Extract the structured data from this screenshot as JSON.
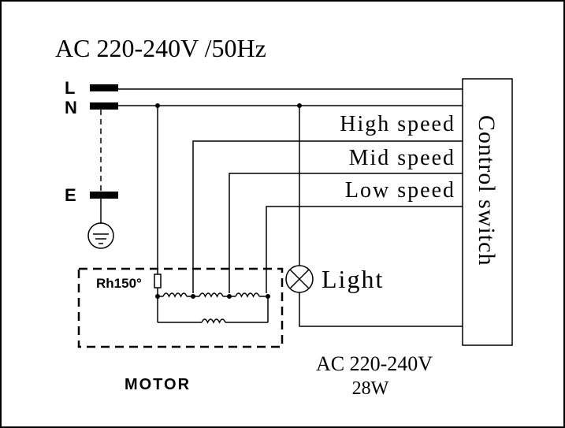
{
  "supply_label": "AC 220-240V /50Hz",
  "terminals": {
    "live": "L",
    "neutral": "N",
    "earth": "E"
  },
  "speeds": {
    "high": "High speed",
    "mid": "Mid speed",
    "low": "Low speed"
  },
  "control_switch_label": "Control switch",
  "thermal_fuse_label": "Rh150°",
  "light_label": "Light",
  "light_rating": {
    "voltage": "AC 220-240V",
    "power": "28W"
  },
  "motor_label": "MOTOR",
  "colors": {
    "line": "#000000",
    "background": "#ffffff"
  }
}
